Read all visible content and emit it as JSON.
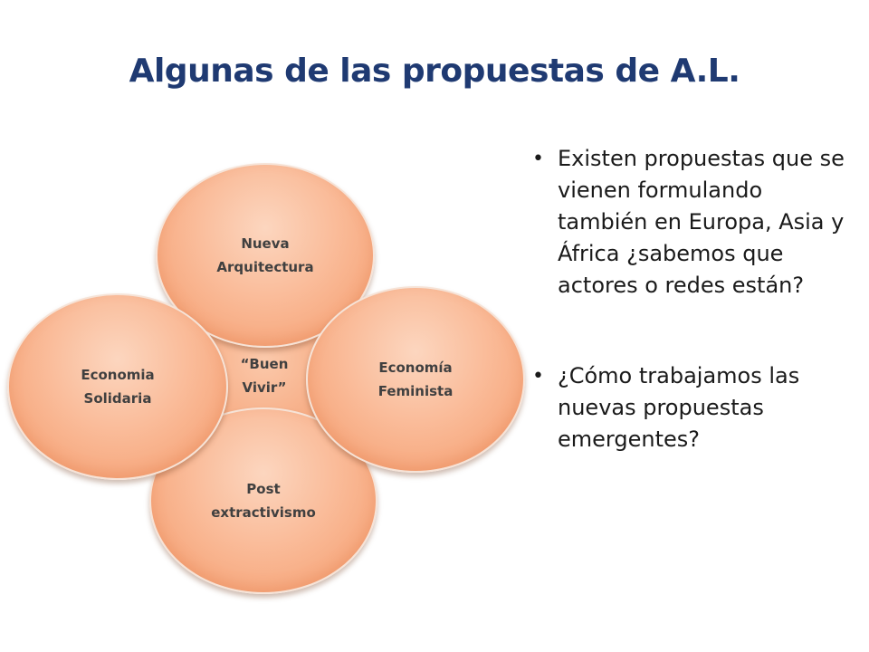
{
  "title": "Algunas de las propuestas de A.L.",
  "diagram": {
    "center": "“Buen\nVivir”",
    "top": "Nueva\nArquitectura",
    "left": "Economia\nSolidaria",
    "right": "Economía\nFeminista",
    "bottom": "Post\nextractivismo"
  },
  "bullets": [
    "Existen propuestas que se vienen formulando también en Europa, Asia y África ¿sabemos que actores o redes están?",
    "¿Cómo trabajamos las nuevas propuestas emergentes?"
  ],
  "colors": {
    "title": "#1f3a72",
    "circle_fill": "#f9b590",
    "circle_text": "#404040"
  }
}
